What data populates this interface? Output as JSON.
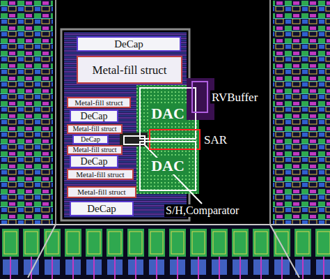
{
  "diagram": {
    "nodes": [
      {
        "text": [
          "DeCap"
        ]
      },
      {
        "text": [
          "Metal-fill struct"
        ]
      },
      {
        "text": [
          "DAC"
        ]
      },
      {
        "text": [
          "RVBuffer"
        ]
      },
      {
        "text": [
          "Metal-fill struct"
        ]
      },
      {
        "text": [
          "DeCap"
        ]
      },
      {
        "text": [
          "Metal-fill struct"
        ]
      },
      {
        "text": [
          "SAR"
        ]
      },
      {
        "text": [
          "DeCap"
        ]
      },
      {
        "text": [
          "Metal-fill struct"
        ]
      },
      {
        "text": [
          "DeCap"
        ]
      },
      {
        "text": [
          "DAC"
        ]
      },
      {
        "text": [
          "Metal-fill struct"
        ]
      },
      {
        "text": [
          "Metal-fill struct"
        ]
      },
      {
        "text": [
          "DeCap"
        ]
      }
    ],
    "labels": [
      "S/H,Comparator"
    ]
  }
}
